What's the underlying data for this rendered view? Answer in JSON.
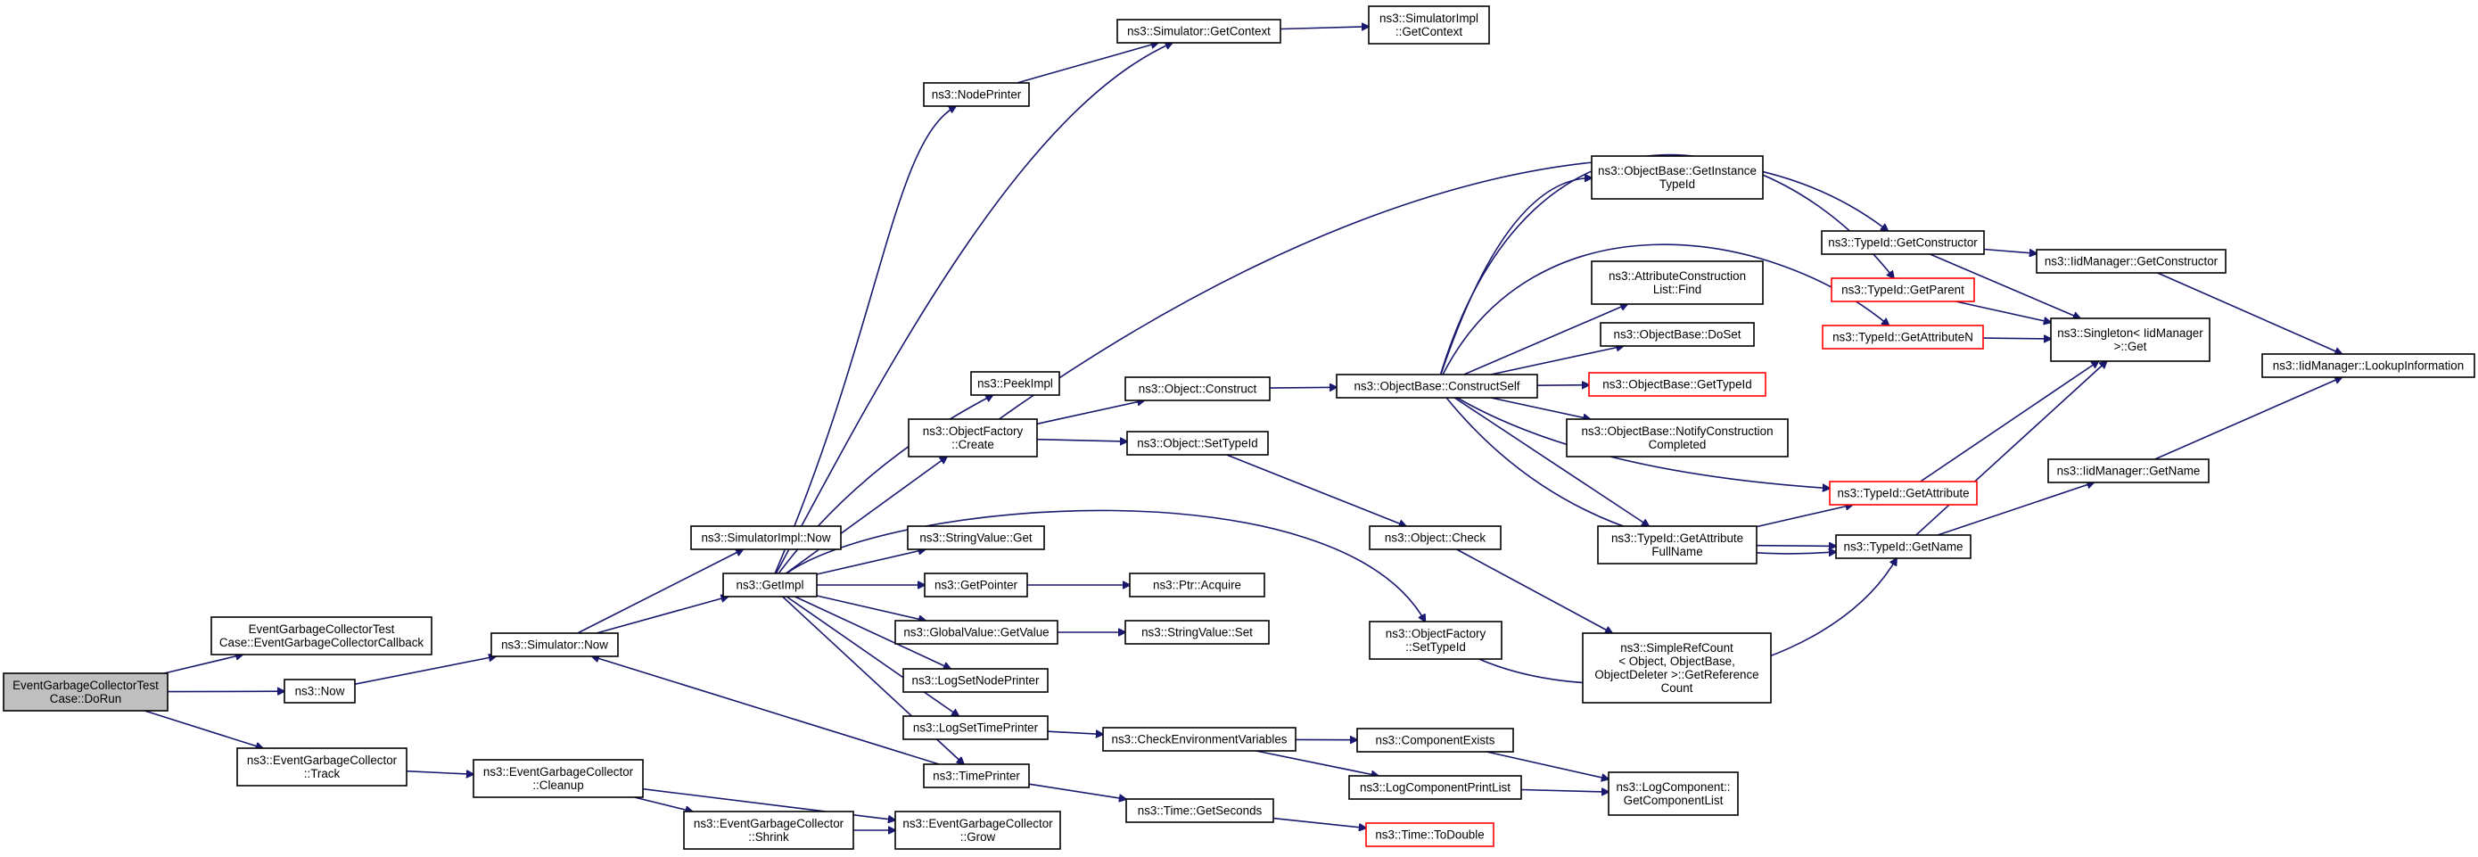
{
  "colors": {
    "edge": "#191970",
    "node_border": "#000000",
    "node_border_red": "#ff0000",
    "root_fill": "#bfbfbf",
    "node_fill": "#ffffff"
  },
  "nodes": {
    "n_dorun": {
      "lines": [
        "EventGarbageCollectorTest",
        "Case::DoRun"
      ],
      "style": "root"
    },
    "n_callback": {
      "lines": [
        "EventGarbageCollectorTest",
        "Case::EventGarbageCollectorCallback"
      ]
    },
    "n_now": {
      "lines": [
        "ns3::Now"
      ]
    },
    "n_track": {
      "lines": [
        "ns3::EventGarbageCollector",
        "::Track"
      ]
    },
    "n_sim_now": {
      "lines": [
        "ns3::Simulator::Now"
      ]
    },
    "n_simimpl_now": {
      "lines": [
        "ns3::SimulatorImpl::Now"
      ]
    },
    "n_getimpl": {
      "lines": [
        "ns3::GetImpl"
      ]
    },
    "n_cleanup": {
      "lines": [
        "ns3::EventGarbageCollector",
        "::Cleanup"
      ]
    },
    "n_shrink": {
      "lines": [
        "ns3::EventGarbageCollector",
        "::Shrink"
      ]
    },
    "n_grow": {
      "lines": [
        "ns3::EventGarbageCollector",
        "::Grow"
      ]
    },
    "n_nodeprinter": {
      "lines": [
        "ns3::NodePrinter"
      ]
    },
    "n_sim_getcontext": {
      "lines": [
        "ns3::Simulator::GetContext"
      ]
    },
    "n_simimpl_getcontext": {
      "lines": [
        "ns3::SimulatorImpl",
        "::GetContext"
      ]
    },
    "n_peekimpl": {
      "lines": [
        "ns3::PeekImpl"
      ]
    },
    "n_objfactory_create": {
      "lines": [
        "ns3::ObjectFactory",
        "::Create"
      ]
    },
    "n_stringvalue_get": {
      "lines": [
        "ns3::StringValue::Get"
      ]
    },
    "n_getpointer": {
      "lines": [
        "ns3::GetPointer"
      ]
    },
    "n_globalvalue_getvalue": {
      "lines": [
        "ns3::GlobalValue::GetValue"
      ]
    },
    "n_lognodeprinter": {
      "lines": [
        "ns3::LogSetNodePrinter"
      ]
    },
    "n_logtimeprinter": {
      "lines": [
        "ns3::LogSetTimePrinter"
      ]
    },
    "n_timeprinter": {
      "lines": [
        "ns3::TimePrinter"
      ]
    },
    "n_ptr_acquire": {
      "lines": [
        "ns3::Ptr::Acquire"
      ]
    },
    "n_stringvalue_set": {
      "lines": [
        "ns3::StringValue::Set"
      ]
    },
    "n_checkenv": {
      "lines": [
        "ns3::CheckEnvironmentVariables"
      ]
    },
    "n_time_getseconds": {
      "lines": [
        "ns3::Time::GetSeconds"
      ]
    },
    "n_object_construct": {
      "lines": [
        "ns3::Object::Construct"
      ]
    },
    "n_object_settypeid": {
      "lines": [
        "ns3::Object::SetTypeId"
      ]
    },
    "n_objectbase_constructself": {
      "lines": [
        "ns3::ObjectBase::ConstructSelf"
      ]
    },
    "n_object_check": {
      "lines": [
        "ns3::Object::Check"
      ]
    },
    "n_objfactory_settypeid": {
      "lines": [
        "ns3::ObjectFactory",
        "::SetTypeId"
      ]
    },
    "n_componentexists": {
      "lines": [
        "ns3::ComponentExists"
      ]
    },
    "n_logcomponentprintlist": {
      "lines": [
        "ns3::LogComponentPrintList"
      ]
    },
    "n_time_todouble": {
      "lines": [
        "ns3::Time::ToDouble"
      ],
      "style": "red"
    },
    "n_getinstancetypeid": {
      "lines": [
        "ns3::ObjectBase::GetInstance",
        "TypeId"
      ]
    },
    "n_attrconstr_find": {
      "lines": [
        "ns3::AttributeConstruction",
        "List::Find"
      ]
    },
    "n_objectbase_doset": {
      "lines": [
        "ns3::ObjectBase::DoSet"
      ]
    },
    "n_objectbase_gettypeid": {
      "lines": [
        "ns3::ObjectBase::GetTypeId"
      ],
      "style": "red"
    },
    "n_notifyconstruction": {
      "lines": [
        "ns3::ObjectBase::NotifyConstruction",
        "Completed"
      ]
    },
    "n_typeid_getattrfullname": {
      "lines": [
        "ns3::TypeId::GetAttribute",
        "FullName"
      ]
    },
    "n_simplerefcount": {
      "lines": [
        "ns3::SimpleRefCount",
        "< Object, ObjectBase,",
        "ObjectDeleter >::GetReference",
        "Count"
      ]
    },
    "n_logcomponent_getlist": {
      "lines": [
        "ns3::LogComponent::",
        "GetComponentList"
      ]
    },
    "n_typeid_getconstructor": {
      "lines": [
        "ns3::TypeId::GetConstructor"
      ]
    },
    "n_typeid_getparent": {
      "lines": [
        "ns3::TypeId::GetParent"
      ],
      "style": "red"
    },
    "n_typeid_getattributen": {
      "lines": [
        "ns3::TypeId::GetAttributeN"
      ],
      "style": "red"
    },
    "n_typeid_getattribute": {
      "lines": [
        "ns3::TypeId::GetAttribute"
      ],
      "style": "red"
    },
    "n_typeid_getname": {
      "lines": [
        "ns3::TypeId::GetName"
      ]
    },
    "n_iidmanager_getconstructor": {
      "lines": [
        "ns3::IidManager::GetConstructor"
      ]
    },
    "n_singleton_get": {
      "lines": [
        "ns3::Singleton< IidManager",
        ">::Get"
      ]
    },
    "n_iidmanager_getname": {
      "lines": [
        "ns3::IidManager::GetName"
      ]
    },
    "n_iidmanager_lookup": {
      "lines": [
        "ns3::IidManager::LookupInformation"
      ]
    }
  }
}
